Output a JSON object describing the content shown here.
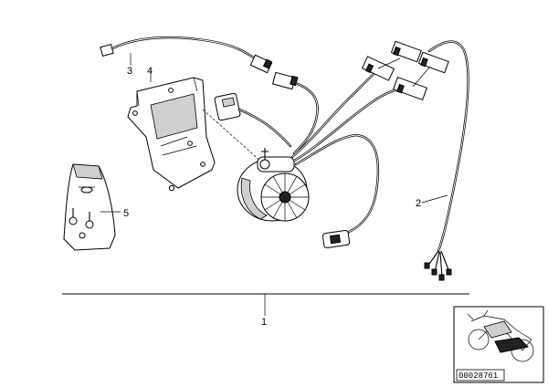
{
  "callouts": {
    "c1": "1",
    "c2": "2",
    "c3": "3",
    "c4": "4",
    "c5": "5"
  },
  "thumbnail": {
    "code": "00028761"
  },
  "colors": {
    "ink": "#000000",
    "background": "#ffffff",
    "shade": "#cfcfcf"
  }
}
